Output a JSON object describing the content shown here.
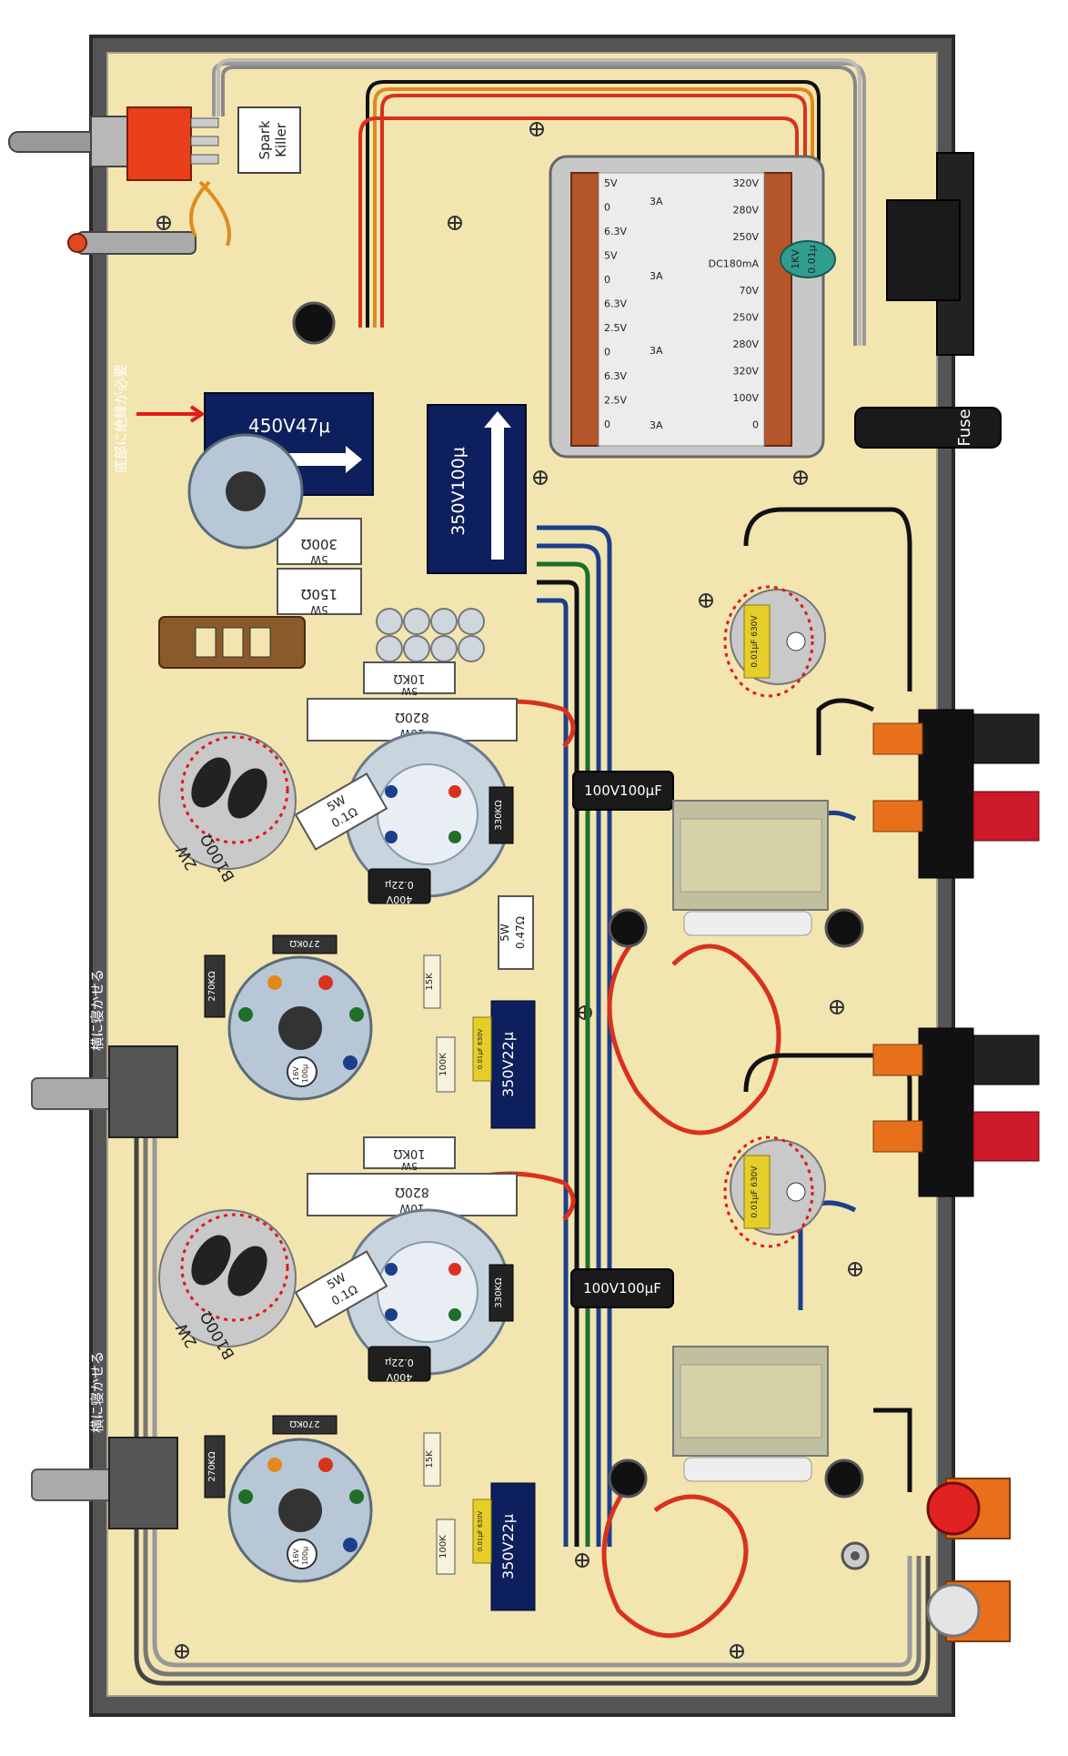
{
  "labels": {
    "spark_killer_line1": "Spark",
    "spark_killer_line2": "Killer",
    "fuse": "Fuse",
    "insulation_note": "底部に絶縁が必要",
    "lay_flat_note_1": "横に寝かせる",
    "lay_flat_note_2": "横に寝かせる",
    "cap_main_1": "450V47μ",
    "cap_main_2": "350V100μ",
    "res_300": "300Ω",
    "res_300_w": "5W",
    "res_150": "150Ω",
    "res_150_w": "5W",
    "res_10k_top": "10KΩ",
    "res_10k_top_w": "5W",
    "res_820_top": "820Ω",
    "res_820_top_w": "10W",
    "res_10k_bot": "10KΩ",
    "res_10k_bot_w": "5W",
    "res_820_bot": "820Ω",
    "res_820_bot_w": "10W",
    "res_01_top": "0.1Ω",
    "res_01_top_w": "5W",
    "res_01_bot": "0.1Ω",
    "res_01_bot_w": "5W",
    "res_047": "0.47Ω",
    "res_047_w": "5W",
    "cap_100v_top": "100V100μF",
    "cap_100v_bot": "100V100μF",
    "cap_350v22_top": "350V22μ",
    "cap_350v22_bot": "350V22μ",
    "cap_022_top": "0.22μ",
    "cap_022_top_v": "400V",
    "cap_022_bot": "0.22μ",
    "cap_022_bot_v": "400V",
    "pot_top_line1": "2W",
    "pot_top_line2": "B100Ω",
    "pot_bot_line1": "2W",
    "pot_bot_line2": "B100Ω",
    "res_270_a": "270KΩ",
    "res_270_b": "270KΩ",
    "res_270_c": "270KΩ",
    "res_270_d": "270KΩ",
    "res_330_top": "330KΩ",
    "res_330_bot": "330KΩ",
    "res_15k_top": "15K",
    "res_15k_bot": "15K",
    "res_100k_top": "100K",
    "res_100k_bot": "100K",
    "elec_16v_top": "16V",
    "elec_16v_top_b": "100μ",
    "elec_16v_bot": "16V",
    "elec_16v_bot_b": "100μ",
    "film_cap_top": "0.01μF 630V",
    "film_cap_bot": "0.01μF 630V",
    "film_cap_mid_top": "0.01μF 630V",
    "film_cap_mid_bot": "0.01μF 630V",
    "ceramic_cap_1": "1KV",
    "ceramic_cap_2": "0.01μ",
    "pt_left": [
      "5V",
      "0",
      "6.3V",
      "5V",
      "0",
      "6.3V",
      "2.5V",
      "0",
      "6.3V",
      "2.5V",
      "0"
    ],
    "pt_amp": [
      "3A",
      "3A",
      "3A",
      "3A"
    ],
    "pt_right": [
      "320V",
      "280V",
      "250V",
      "DC180mA",
      "70V",
      "250V",
      "280V",
      "320V",
      "100V",
      "0"
    ]
  },
  "colors": {
    "chassis": "#555555",
    "board": "#f2e5b0",
    "wire_red": "#d8321e",
    "wire_blue": "#1c3f8c",
    "wire_black": "#111111",
    "wire_green": "#1f6e2a",
    "wire_orange": "#e08a1e",
    "cap_navy": "#0d1f5c",
    "transformer_core": "#c8c8c8",
    "transformer_copper": "#b5552a"
  }
}
